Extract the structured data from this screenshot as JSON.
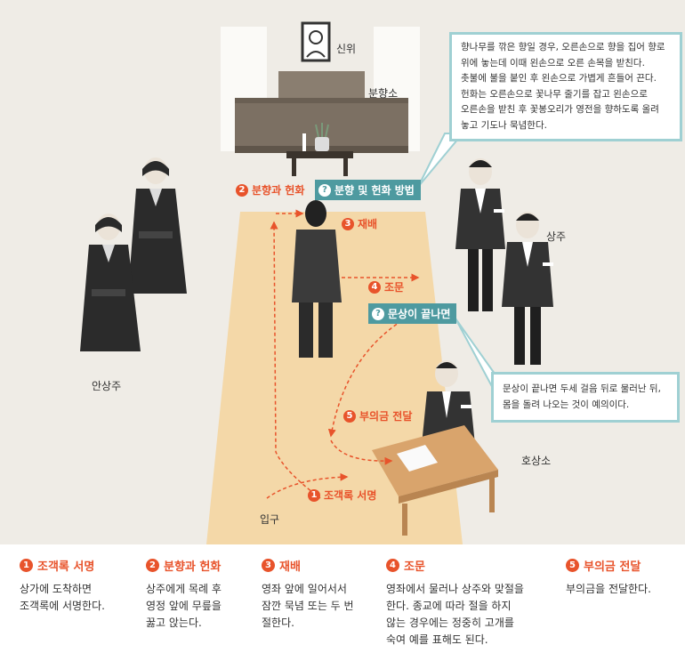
{
  "labels": {
    "sinwi": "신위",
    "bunhyangso": "분향소",
    "sangju": "상주",
    "ansangju": "안상주",
    "hosangso": "호상소",
    "ipgu": "입구"
  },
  "steps": [
    {
      "num": "1",
      "label": "조객록 서명"
    },
    {
      "num": "2",
      "label": "분향과 헌화"
    },
    {
      "num": "3",
      "label": "재배"
    },
    {
      "num": "4",
      "label": "조문"
    },
    {
      "num": "5",
      "label": "부의금 전달"
    }
  ],
  "tags": [
    {
      "icon": "?",
      "label": "분향 및 헌화 방법"
    },
    {
      "icon": "?",
      "label": "문상이 끝나면"
    }
  ],
  "notes": {
    "incense": [
      "향나무를 깎은 향일 경우, 오른손으로 향을 집어 향로",
      "위에 놓는데 이때 왼손으로 오른 손목을 받친다.",
      "촛불에 불을 붙인 후 왼손으로 가볍게 흔들어 끈다.",
      "헌화는 오른손으로 꽃나무 줄기를 잡고 왼손으로",
      "오른손을 받친 후 꽃봉오리가 영전을 향하도록 올려",
      "놓고 기도나 묵념한다."
    ],
    "leaving": [
      "문상이 끝나면 두세 걸음 뒤로 물러난 뒤,",
      "몸을 돌려 나오는 것이 예의이다."
    ]
  },
  "legend": [
    {
      "num": "1",
      "title": "조객록 서명",
      "lines": [
        "상가에 도착하면",
        "조객록에 서명한다."
      ]
    },
    {
      "num": "2",
      "title": "분향과 헌화",
      "lines": [
        "상주에게 목례 후",
        "영정 앞에 무릎을",
        "꿇고 앉는다."
      ]
    },
    {
      "num": "3",
      "title": "재배",
      "lines": [
        "영좌 앞에 일어서서",
        "잠깐 묵념 또는 두 번",
        "절한다."
      ]
    },
    {
      "num": "4",
      "title": "조문",
      "lines": [
        "영좌에서 물러나 상주와 맞절을",
        "한다. 종교에 따라 절을 하지",
        "않는 경우에는 정중히 고개를",
        "숙여 예를 표해도 된다."
      ]
    },
    {
      "num": "5",
      "title": "부의금 전달",
      "lines": [
        "부의금을 전달한다."
      ]
    }
  ],
  "colors": {
    "accent": "#e8532b",
    "teal": "#4e9aa0",
    "carpet": "#f4d8a8",
    "background": "#efece6"
  }
}
